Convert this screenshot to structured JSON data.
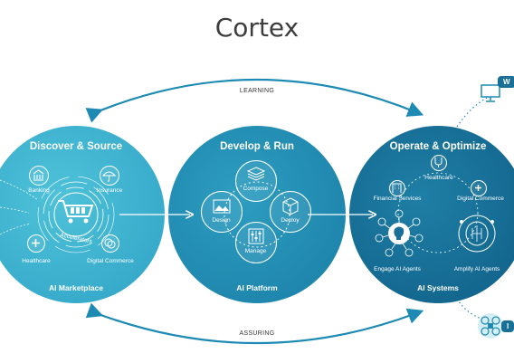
{
  "title": "Cortex",
  "flows": {
    "top": "LEARNING",
    "bottom": "ASSURING"
  },
  "circles": [
    {
      "title": "Discover & Source",
      "footer": "AI Marketplace",
      "items": [
        "Banking",
        "Insurance",
        "Healthcare",
        "Digital Commerce"
      ],
      "center": "Accelerators"
    },
    {
      "title": "Develop & Run",
      "footer": "AI Platform",
      "nodes": [
        "Compose",
        "Design",
        "Deploy",
        "Manage"
      ]
    },
    {
      "title": "Operate & Optimize",
      "footer": "AI Systems",
      "items": [
        "Healthcare",
        "Financial Services",
        "Digital Commerce",
        "Engage AI Agents",
        "Amplify AI Agents"
      ]
    }
  ],
  "side_badges": {
    "top": "W",
    "bottom": "I"
  }
}
